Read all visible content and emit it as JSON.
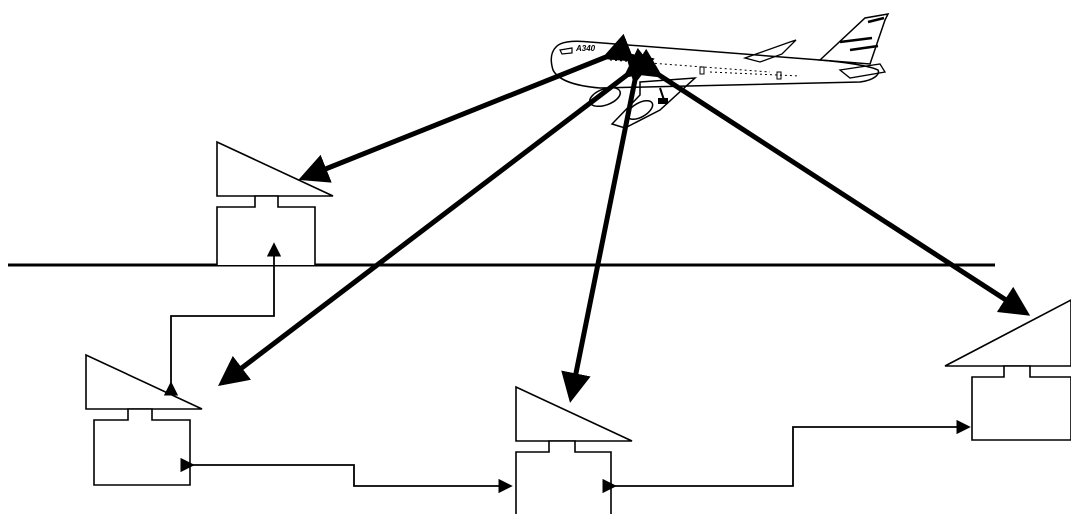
{
  "aircraft": {
    "tail_marking": "A340",
    "icon": "airplane-icon"
  },
  "stations": [
    {
      "id": "station-surface",
      "icon": "dish-antenna-icon"
    },
    {
      "id": "station-left",
      "icon": "dish-antenna-icon"
    },
    {
      "id": "station-center",
      "icon": "dish-antenna-icon"
    },
    {
      "id": "station-right",
      "icon": "dish-antenna-icon"
    }
  ],
  "links": [
    {
      "name": "air-link-surface",
      "from": "aircraft",
      "to": "station-surface",
      "type": "wireless"
    },
    {
      "name": "air-link-left",
      "from": "aircraft",
      "to": "station-left",
      "type": "wireless"
    },
    {
      "name": "air-link-center",
      "from": "aircraft",
      "to": "station-center",
      "type": "wireless"
    },
    {
      "name": "air-link-right",
      "from": "aircraft",
      "to": "station-right",
      "type": "wireless"
    },
    {
      "name": "ground-link-left-surface",
      "from": "station-left",
      "to": "station-surface",
      "type": "wired"
    },
    {
      "name": "ground-link-left-center",
      "from": "station-left",
      "to": "station-center",
      "type": "wired"
    },
    {
      "name": "ground-link-center-right",
      "from": "station-center",
      "to": "station-right",
      "type": "wired"
    }
  ],
  "colors": {
    "ink": "#000000",
    "background": "#ffffff"
  }
}
